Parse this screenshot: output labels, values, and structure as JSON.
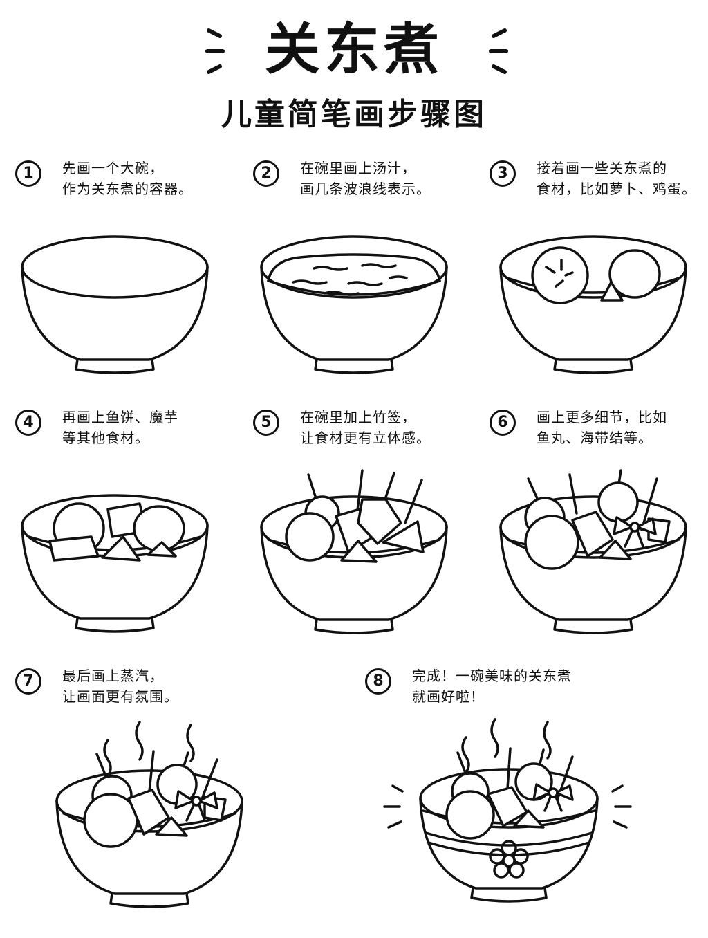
{
  "title": "关东煮",
  "subtitle": "儿童简笔画步骤图",
  "steps": [
    {
      "num": "1",
      "line1": "先画一个大碗，",
      "line2": "作为关东煮的容器。"
    },
    {
      "num": "2",
      "line1": "在碗里画上汤汁，",
      "line2": "画几条波浪线表示。"
    },
    {
      "num": "3",
      "line1": "接着画一些关东煮的",
      "line2": "食材，比如萝卜、鸡蛋。"
    },
    {
      "num": "4",
      "line1": "再画上鱼饼、魔芋",
      "line2": "等其他食材。"
    },
    {
      "num": "5",
      "line1": "在碗里加上竹签，",
      "line2": "让食材更有立体感。"
    },
    {
      "num": "6",
      "line1": "画上更多细节，比如",
      "line2": "鱼丸、海带结等。"
    },
    {
      "num": "7",
      "line1": "最后画上蒸汽，",
      "line2": "让画面更有氛围。"
    },
    {
      "num": "8",
      "line1": "完成！一碗美味的关东煮",
      "line2": "就画好啦！"
    }
  ],
  "icons": {
    "bowl": "bowl-drawing",
    "soup": "soup-waves",
    "steam": "steam-lines",
    "flower": "flower-decoration"
  }
}
